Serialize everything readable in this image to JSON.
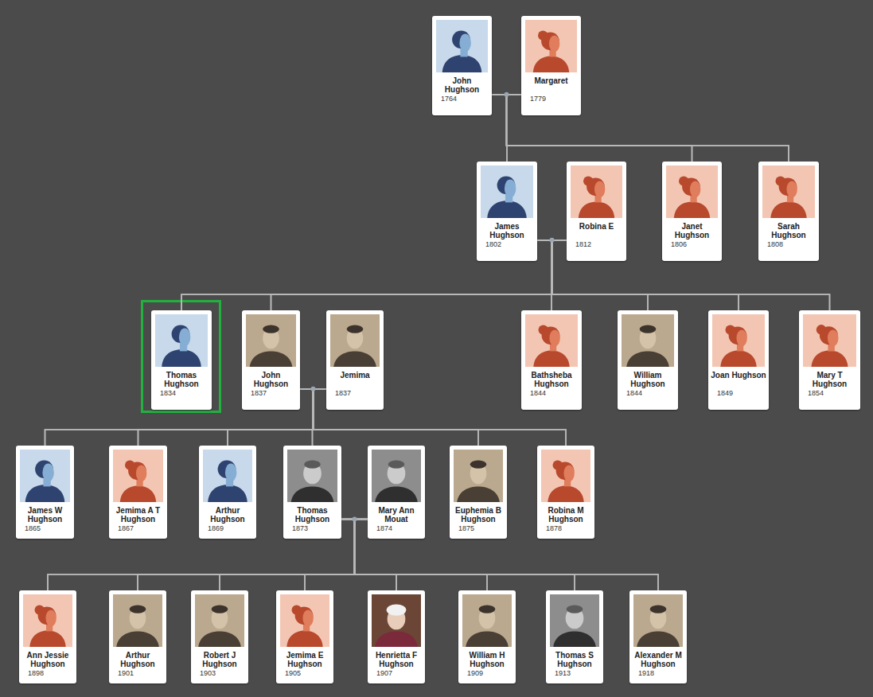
{
  "diagram": {
    "nodes": [
      {
        "text": [
          "John Hughson",
          "1764"
        ]
      },
      {
        "text": [
          "Margaret",
          "1779"
        ]
      },
      {
        "text": [
          "James Hughson",
          "1802"
        ]
      },
      {
        "text": [
          "Robina E",
          "1812"
        ]
      },
      {
        "text": [
          "Janet Hughson",
          "1806"
        ]
      },
      {
        "text": [
          "Sarah Hughson",
          "1808"
        ]
      },
      {
        "text": [
          "Thomas Hughson",
          "1834"
        ]
      },
      {
        "text": [
          "John Hughson",
          "1837"
        ]
      },
      {
        "text": [
          "Jemima",
          "1837"
        ]
      },
      {
        "text": [
          "Bathsheba Hughson",
          "1844"
        ]
      },
      {
        "text": [
          "William Hughson",
          "1844"
        ]
      },
      {
        "text": [
          "Joan Hughson",
          "1849"
        ]
      },
      {
        "text": [
          "Mary T Hughson",
          "1854"
        ]
      },
      {
        "text": [
          "James W Hughson",
          "1865"
        ]
      },
      {
        "text": [
          "Jemima A T Hughson",
          "1867"
        ]
      },
      {
        "text": [
          "Arthur Hughson",
          "1869"
        ]
      },
      {
        "text": [
          "Thomas Hughson",
          "1873"
        ]
      },
      {
        "text": [
          "Mary Ann Mouat",
          "1874"
        ]
      },
      {
        "text": [
          "Euphemia B Hughson",
          "1875"
        ]
      },
      {
        "text": [
          "Robina M Hughson",
          "1878"
        ]
      },
      {
        "text": [
          "Ann Jessie Hughson",
          "1898"
        ]
      },
      {
        "text": [
          "Arthur Hughson",
          "1901"
        ]
      },
      {
        "text": [
          "Robert J Hughson",
          "1903"
        ]
      },
      {
        "text": [
          "Jemima E Hughson",
          "1905"
        ]
      },
      {
        "text": [
          "Henrietta F Hughson",
          "1907"
        ]
      },
      {
        "text": [
          "William H Hughson",
          "1909"
        ]
      },
      {
        "text": [
          "Thomas S Hughson",
          "1913"
        ]
      },
      {
        "text": [
          "Alexander M Hughson",
          "1918"
        ]
      }
    ],
    "edges": [
      {
        "from": 0,
        "to": 1,
        "arrow": "none"
      },
      {
        "from": 0,
        "to": 2,
        "arrow": "none"
      },
      {
        "from": 1,
        "to": 2,
        "arrow": "none"
      },
      {
        "from": 0,
        "to": 4,
        "arrow": "none"
      },
      {
        "from": 1,
        "to": 4,
        "arrow": "none"
      },
      {
        "from": 0,
        "to": 5,
        "arrow": "none"
      },
      {
        "from": 1,
        "to": 5,
        "arrow": "none"
      },
      {
        "from": 2,
        "to": 3,
        "arrow": "none"
      },
      {
        "from": 2,
        "to": 6,
        "arrow": "none"
      },
      {
        "from": 3,
        "to": 6,
        "arrow": "none"
      },
      {
        "from": 2,
        "to": 7,
        "arrow": "none"
      },
      {
        "from": 3,
        "to": 7,
        "arrow": "none"
      },
      {
        "from": 2,
        "to": 9,
        "arrow": "none"
      },
      {
        "from": 3,
        "to": 9,
        "arrow": "none"
      },
      {
        "from": 2,
        "to": 10,
        "arrow": "none"
      },
      {
        "from": 3,
        "to": 10,
        "arrow": "none"
      },
      {
        "from": 2,
        "to": 11,
        "arrow": "none"
      },
      {
        "from": 3,
        "to": 11,
        "arrow": "none"
      },
      {
        "from": 2,
        "to": 12,
        "arrow": "none"
      },
      {
        "from": 3,
        "to": 12,
        "arrow": "none"
      },
      {
        "from": 7,
        "to": 8,
        "arrow": "none"
      },
      {
        "from": 7,
        "to": 13,
        "arrow": "none"
      },
      {
        "from": 8,
        "to": 13,
        "arrow": "none"
      },
      {
        "from": 7,
        "to": 14,
        "arrow": "none"
      },
      {
        "from": 8,
        "to": 14,
        "arrow": "none"
      },
      {
        "from": 7,
        "to": 15,
        "arrow": "none"
      },
      {
        "from": 8,
        "to": 15,
        "arrow": "none"
      },
      {
        "from": 7,
        "to": 16,
        "arrow": "none"
      },
      {
        "from": 8,
        "to": 16,
        "arrow": "none"
      },
      {
        "from": 7,
        "to": 18,
        "arrow": "none"
      },
      {
        "from": 8,
        "to": 18,
        "arrow": "none"
      },
      {
        "from": 7,
        "to": 19,
        "arrow": "none"
      },
      {
        "from": 8,
        "to": 19,
        "arrow": "none"
      },
      {
        "from": 16,
        "to": 17,
        "arrow": "none"
      },
      {
        "from": 16,
        "to": 20,
        "arrow": "none"
      },
      {
        "from": 17,
        "to": 20,
        "arrow": "none"
      },
      {
        "from": 16,
        "to": 21,
        "arrow": "none"
      },
      {
        "from": 17,
        "to": 21,
        "arrow": "none"
      },
      {
        "from": 16,
        "to": 22,
        "arrow": "none"
      },
      {
        "from": 17,
        "to": 22,
        "arrow": "none"
      },
      {
        "from": 16,
        "to": 23,
        "arrow": "none"
      },
      {
        "from": 17,
        "to": 23,
        "arrow": "none"
      },
      {
        "from": 16,
        "to": 24,
        "arrow": "none"
      },
      {
        "from": 17,
        "to": 24,
        "arrow": "none"
      },
      {
        "from": 16,
        "to": 25,
        "arrow": "none"
      },
      {
        "from": 17,
        "to": 25,
        "arrow": "none"
      },
      {
        "from": 16,
        "to": 26,
        "arrow": "none"
      },
      {
        "from": 17,
        "to": 26,
        "arrow": "none"
      },
      {
        "from": 16,
        "to": 27,
        "arrow": "none"
      },
      {
        "from": 17,
        "to": 27,
        "arrow": "none"
      }
    ]
  }
}
